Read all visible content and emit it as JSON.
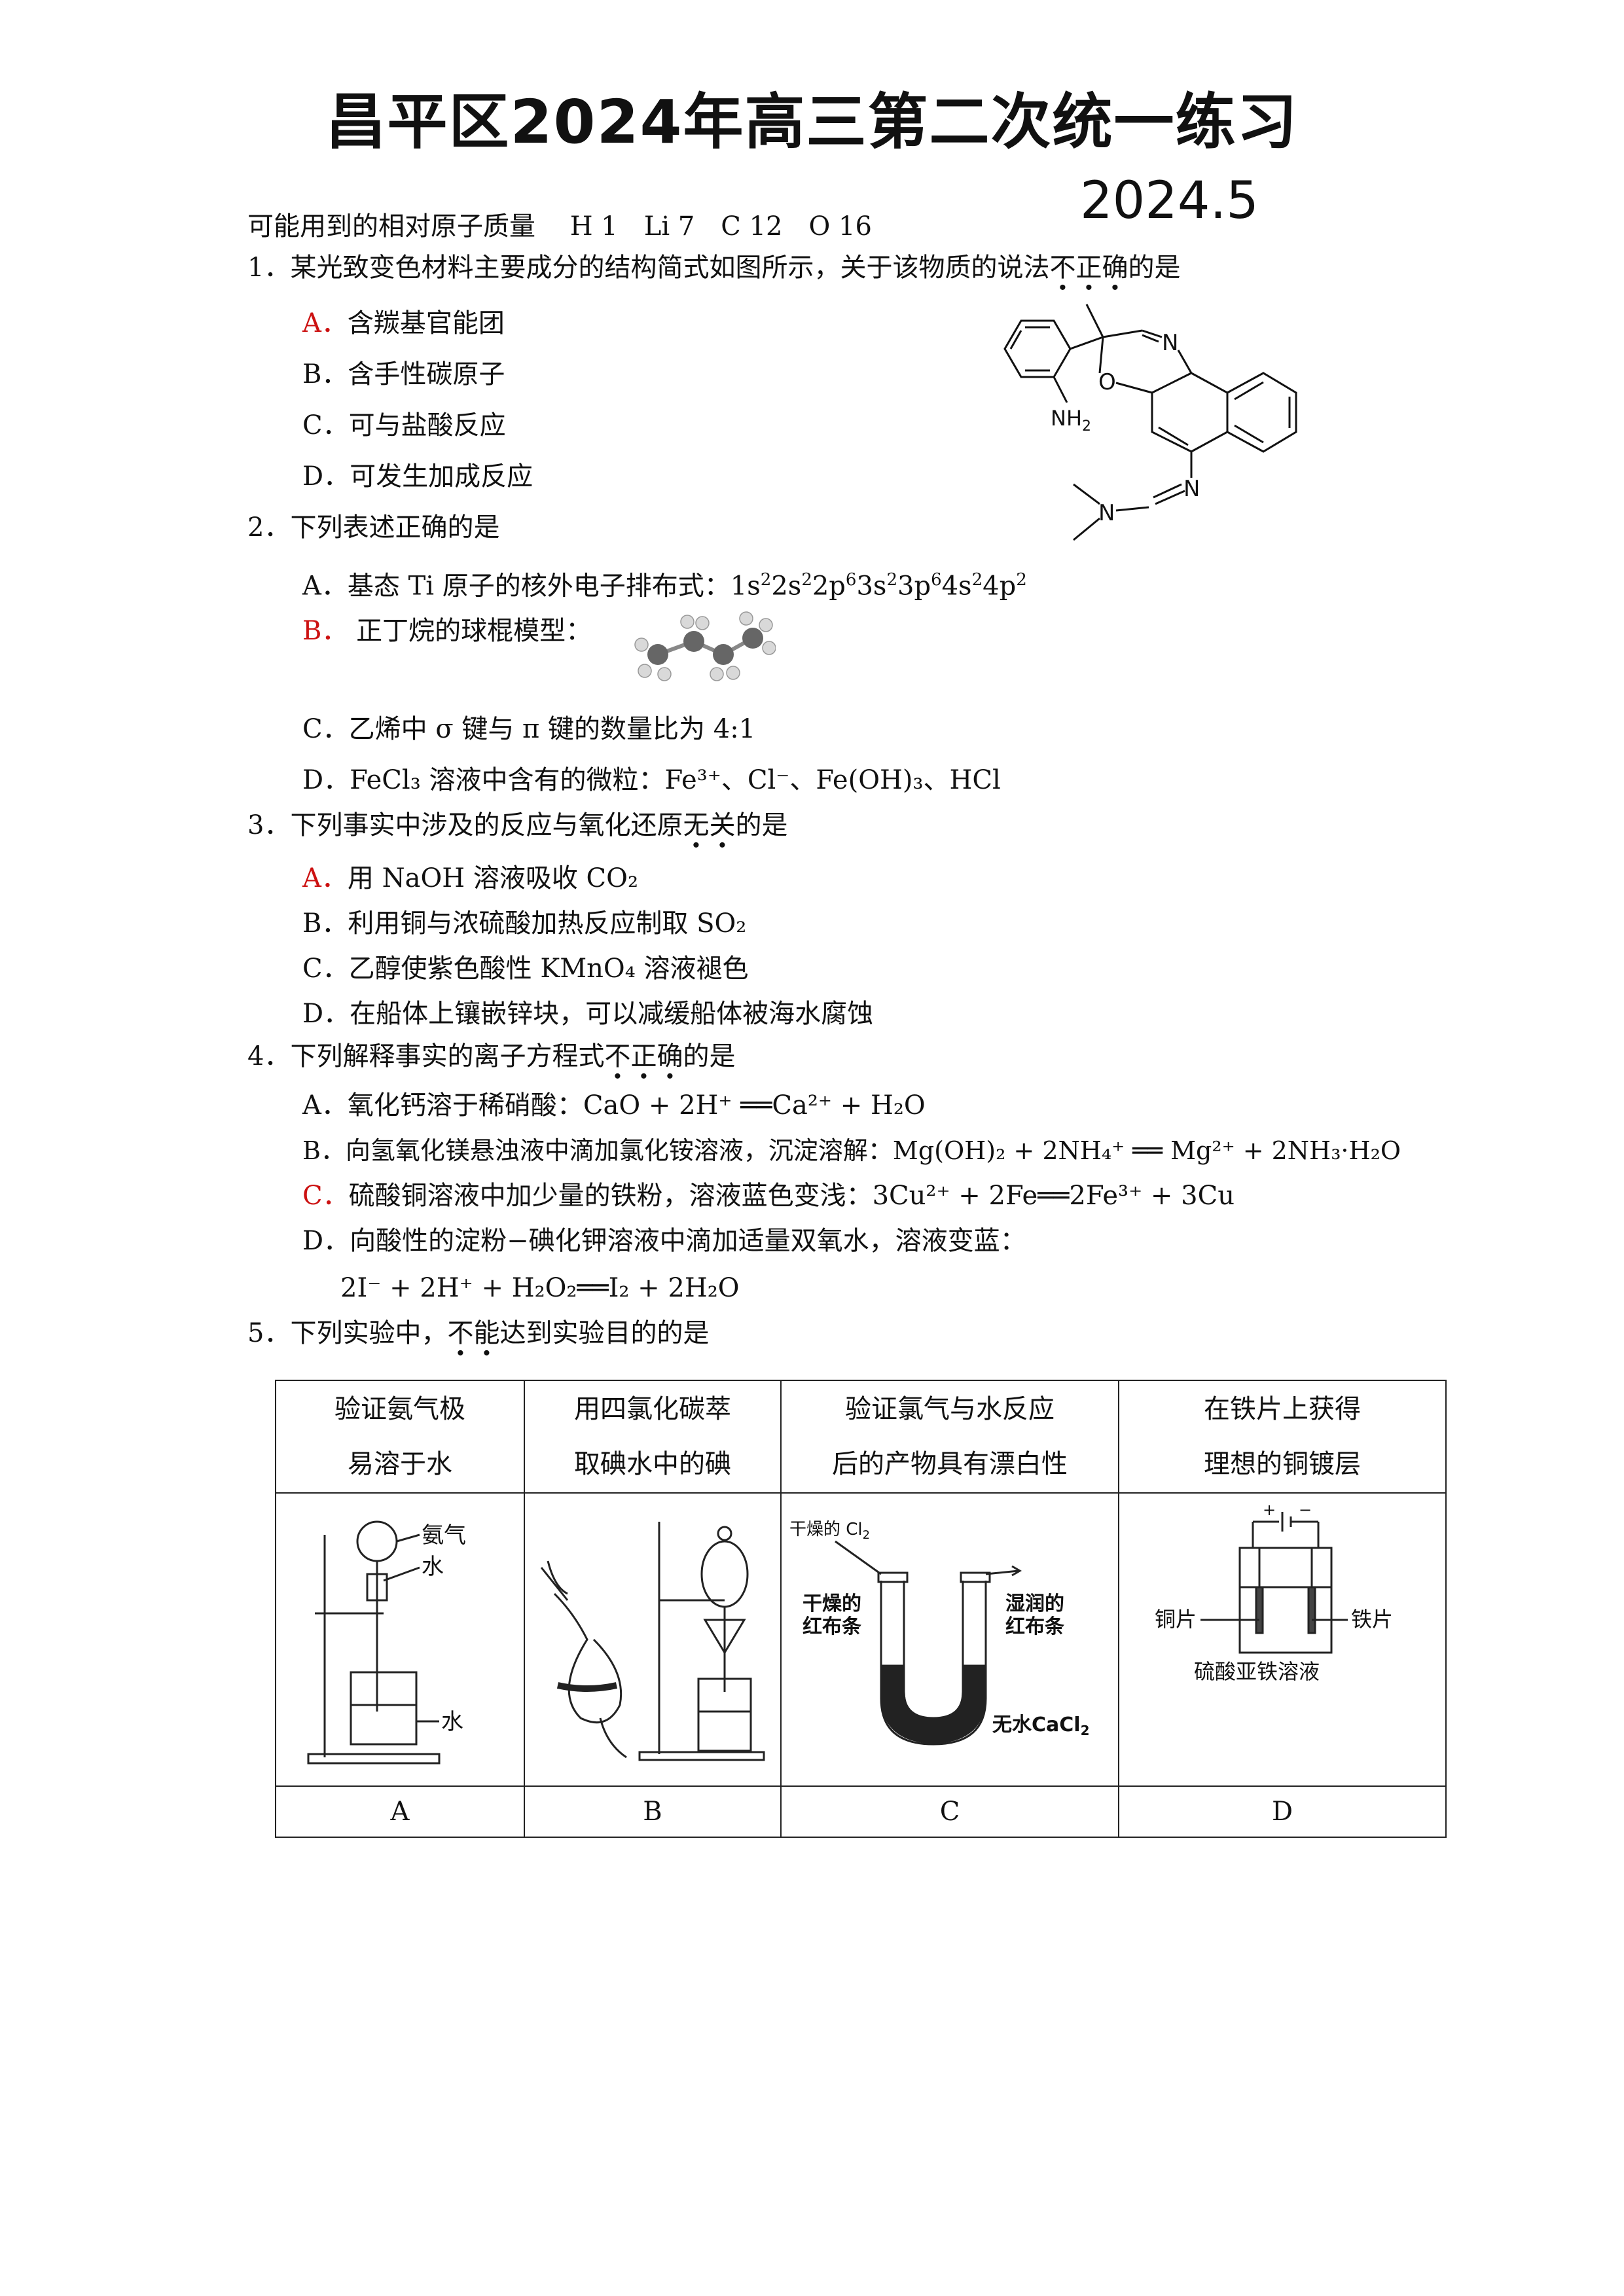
{
  "header": {
    "title": "昌平区2024年高三第二次统一练习",
    "date": "2024.5",
    "atomic_mass": "可能用到的相对原子质量　 H 1　Li 7　C 12　O 16"
  },
  "q1": {
    "stem_pre": "1．某光致变色材料主要成分的结构简式如图所示，关于该物质的说法",
    "stem_em": [
      "不",
      "正",
      "确"
    ],
    "stem_post": "的是",
    "options": [
      {
        "key": "A．",
        "text": "含羰基官能团"
      },
      {
        "key": "B．",
        "text": "含手性碳原子"
      },
      {
        "key": "C．",
        "text": "可与盐酸反应"
      },
      {
        "key": "D．",
        "text": "可发生加成反应"
      }
    ],
    "struct_labels": {
      "n1": "N",
      "o": "O",
      "nh2": "NH",
      "nh2_sub": "2",
      "n2": "N",
      "n3": "N"
    }
  },
  "q2": {
    "stem": "2．下列表述正确的是",
    "a_text": "A．基态 Ti 原子的核外电子排布式：",
    "b_key": "B．",
    "b_text": " 正丁烷的球棍模型：",
    "c_text": "C．乙烯中 σ 键与 π 键的数量比为 4:1",
    "d_text": "D．FeCl₃ 溶液中含有的微粒：Fe³⁺、Cl⁻、Fe(OH)₃、HCl"
  },
  "q3": {
    "stem_pre": "3．下列事实中涉及的反应与氧化还原",
    "stem_em": [
      "无",
      "关"
    ],
    "stem_post": "的是",
    "a_key": "A．",
    "a_text": "用 NaOH 溶液吸收 CO₂",
    "b_text": "B．利用铜与浓硫酸加热反应制取 SO₂",
    "c_text": "C．乙醇使紫色酸性 KMnO₄ 溶液褪色",
    "d_text": "D．在船体上镶嵌锌块，可以减缓船体被海水腐蚀"
  },
  "q4": {
    "stem_pre": "4．下列解释事实的离子方程式",
    "stem_em": [
      "不",
      "正",
      "确"
    ],
    "stem_post": "的是",
    "a_text": "A．氧化钙溶于稀硝酸：CaO + 2H⁺ ══Ca²⁺ + H₂O",
    "b_text": "B．向氢氧化镁悬浊液中滴加氯化铵溶液，沉淀溶解：Mg(OH)₂ + 2NH₄⁺ ══ Mg²⁺ + 2NH₃·H₂O",
    "c_key": "C．",
    "c_text": "硫酸铜溶液中加少量的铁粉，溶液蓝色变浅：3Cu²⁺ + 2Fe══2Fe³⁺ + 3Cu",
    "d_text": "D．向酸性的淀粉−碘化钾溶液中滴加适量双氧水，溶液变蓝：",
    "d_eq": "2I⁻ + 2H⁺ + H₂O₂══I₂ + 2H₂O"
  },
  "q5": {
    "stem_pre": "5．下列实验中，",
    "stem_em": [
      "不",
      "能"
    ],
    "stem_post": "达到实验目的的是",
    "headers": [
      [
        "验证氨气极",
        "易溶于水"
      ],
      [
        "用四氯化碳萃",
        "取碘水中的碘"
      ],
      [
        "验证氯气与水反应",
        "后的产物具有漂白性"
      ],
      [
        "在铁片上获得",
        "理想的铜镀层"
      ]
    ],
    "labels": [
      "A",
      "B",
      "C",
      "D"
    ],
    "fig_a": {
      "gas": "氨气",
      "water_top": "水",
      "water_bottom": "水"
    },
    "fig_c": {
      "dry_cl2": "干燥的 Cl",
      "dry_strip": [
        "干燥的",
        "红布条"
      ],
      "wet_strip": [
        "湿润的",
        "红布条"
      ],
      "cacl2": "无水CaCl"
    },
    "fig_d": {
      "cu": "铜片",
      "fe": "铁片",
      "solution": "硫酸亚铁溶液"
    }
  }
}
